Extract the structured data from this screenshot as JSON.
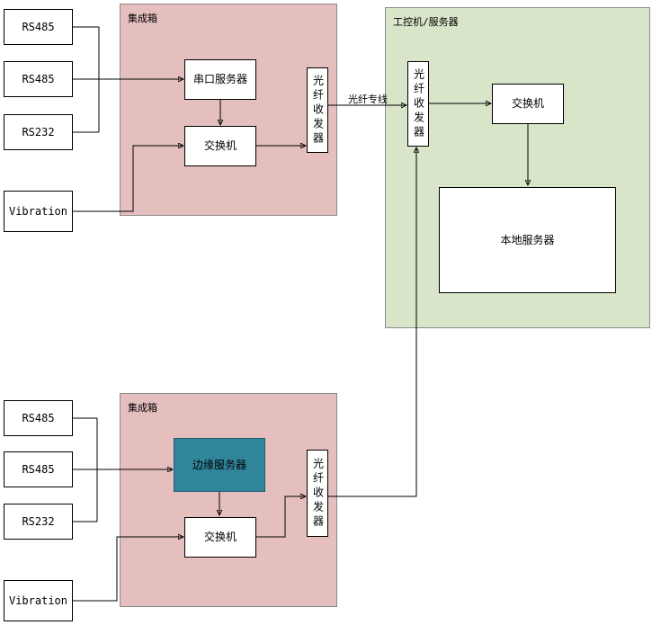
{
  "colors": {
    "container_pink": "#e5bebe",
    "container_green": "#d9e5c9",
    "node_fill": "#ffffff",
    "edge_server_fill": "#31859b",
    "line": "#000000"
  },
  "top_integration": {
    "label": "集成箱",
    "inputs": [
      "RS485",
      "RS485",
      "RS232",
      "Vibration"
    ],
    "serial_server": "串口服务器",
    "switch": "交换机",
    "fiber_transceiver": "光纤收发器"
  },
  "server_room": {
    "label": "工控机/服务器",
    "fiber_transceiver": "光纤收发器",
    "switch": "交换机",
    "local_server": "本地服务器"
  },
  "fiber_link_label": "光纤专线",
  "bottom_integration": {
    "label": "集成箱",
    "inputs": [
      "RS485",
      "RS485",
      "RS232",
      "Vibration"
    ],
    "edge_server": "边缘服务器",
    "switch": "交换机",
    "fiber_transceiver": "光纤收发器"
  }
}
